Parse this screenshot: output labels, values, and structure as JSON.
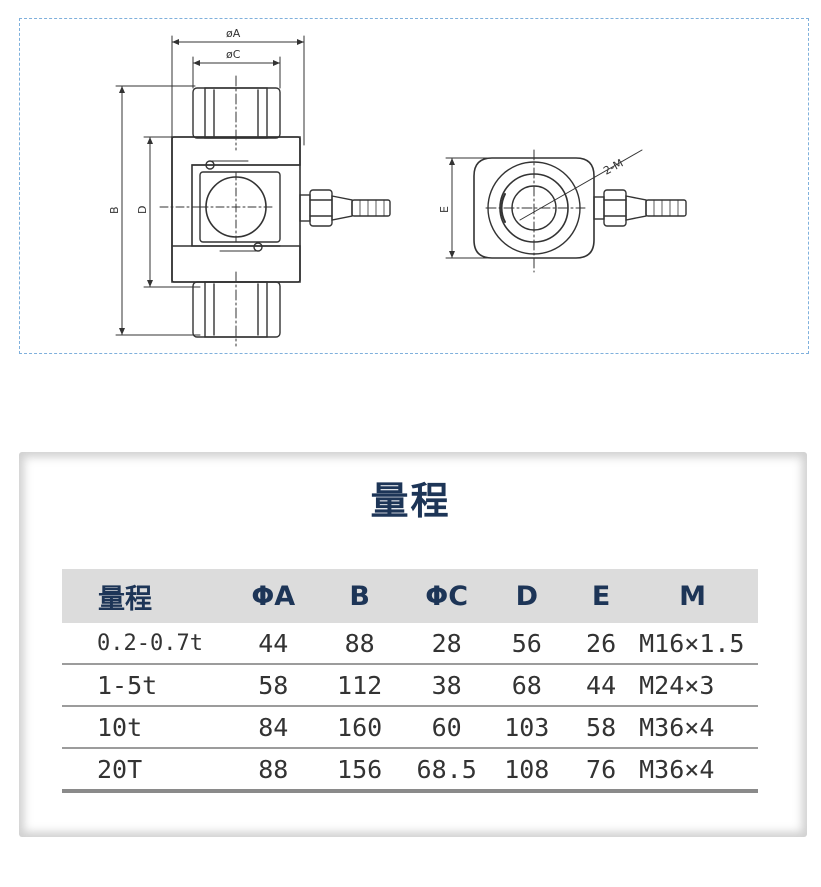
{
  "drawing": {
    "label_phi_a": "øA",
    "label_phi_c": "øC",
    "label_b": "B",
    "label_d": "D",
    "label_e": "E",
    "label_m": "2-M"
  },
  "table": {
    "title": "量程",
    "headers": [
      "量程",
      "ΦA",
      "B",
      "ΦC",
      "D",
      "E",
      "M"
    ],
    "rows": [
      [
        "0.2-0.7t",
        "44",
        "88",
        "28",
        "56",
        "26",
        "M16×1.5"
      ],
      [
        "1-5t",
        "58",
        "112",
        "38",
        "68",
        "44",
        "M24×3"
      ],
      [
        "10t",
        "84",
        "160",
        "60",
        "103",
        "58",
        "M36×4"
      ],
      [
        "20T",
        "88",
        "156",
        "68.5",
        "108",
        "76",
        "M36×4"
      ]
    ]
  },
  "colors": {
    "frame_border": "#7fb0dc",
    "title": "#1d3557",
    "header_bg": "#dcdcdc"
  }
}
